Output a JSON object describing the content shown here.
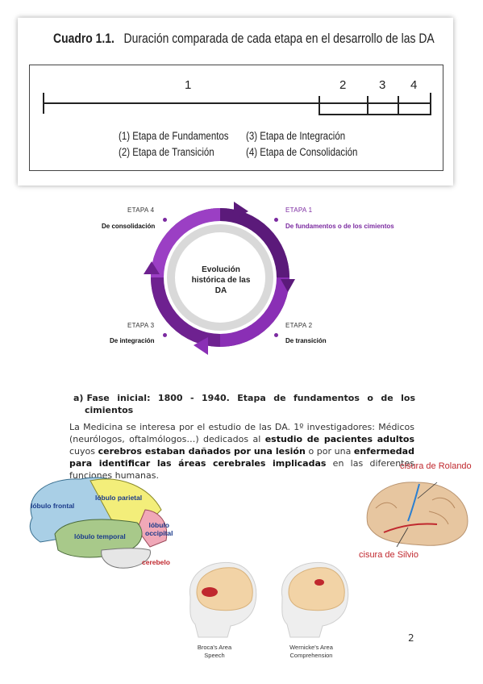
{
  "cuadro": {
    "label": "Cuadro 1.1.",
    "title": "Duración comparada de cada etapa en el desarrollo de las DA",
    "segment_labels": [
      "1",
      "2",
      "3",
      "4"
    ],
    "legend": [
      "(1) Etapa de Fundamentos",
      "(2) Etapa de Transición",
      "(3) Etapa de Integración",
      "(4) Etapa de Consolidación"
    ]
  },
  "cycle": {
    "center": [
      "Evolución",
      "histórica de las",
      "DA"
    ],
    "stages": [
      {
        "label": "ETAPA 1",
        "desc": "De fundamentos o de los cimientos",
        "color": "#7b2aa0"
      },
      {
        "label": "ETAPA 2",
        "desc": "De transición"
      },
      {
        "label": "ETAPA 3",
        "desc": "De integración"
      },
      {
        "label": "ETAPA 4",
        "desc": "De consolidación"
      }
    ],
    "colors": {
      "dark": "#5b1a7a",
      "mid": "#8a2fb5",
      "ring": "#d9d9d9"
    }
  },
  "section": {
    "heading_prefix": "a)",
    "heading": "Fase inicial: 1800 - 1940. Etapa de fundamentos o de los cimientos",
    "para_1": "La Medicina se interesa por el estudio de las DA. 1º investigadores: Médicos (neurólogos, oftalmólogos…) dedicados al ",
    "para_b1": "estudio de pacientes adultos",
    "para_2": " cuyos ",
    "para_b2": "cerebros estaban dañados por una lesión",
    "para_3": " o por una ",
    "para_b3": "enfermedad para identificar las áreas cerebrales implicadas",
    "para_4": " en las diferentes funciones humanas."
  },
  "brain_lobes": {
    "frontal": "lóbulo frontal",
    "parietal": "lóbulo parietal",
    "temporal": "lóbulo temporal",
    "occipital_1": "lóbulo",
    "occipital_2": "occipital",
    "cerebelo": "cerebelo"
  },
  "brain_fissures": {
    "rolando": "cisura de Rolando",
    "silvio": "cisura de Silvio"
  },
  "skulls": {
    "broca_1": "Broca's Area",
    "broca_2": "Speech",
    "wernicke_1": "Wernicke's Area",
    "wernicke_2": "Comprehension"
  },
  "page_number": "2"
}
